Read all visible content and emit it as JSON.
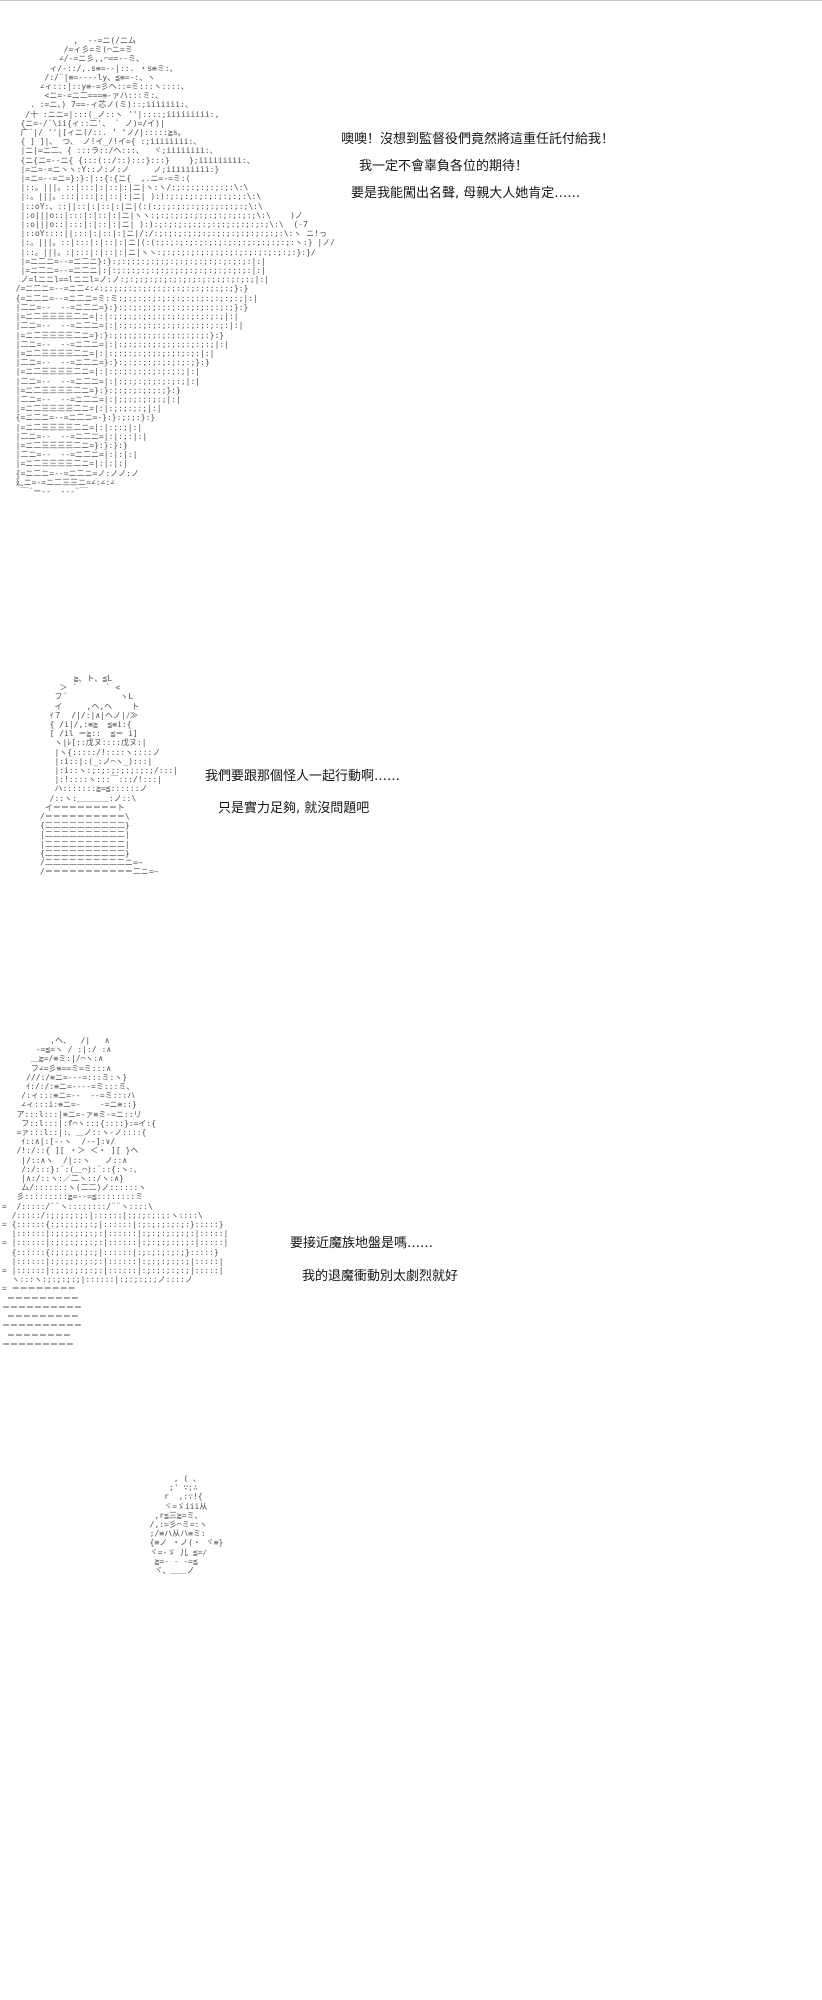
{
  "page": {
    "background": "#ffffff",
    "art_color": "#4f4f4f",
    "text_color": "#141414",
    "top_border_color": "#c9c9c9"
  },
  "panels": [
    {
      "name": "panel-1",
      "dialogue": [
        "噢噢！沒想到監督役們竟然將這重任託付給我！",
        "我一定不會辜負各位的期待！",
        "要是我能闖出名聲, 母親大人她肯定……"
      ],
      "art": [
        "              ,  -‐=ニ(/ニム",
        "            /=ィ彡=ミ(⌒ニ=ミ",
        "           ∠/-=ニ彡,,⌒==‐-ミ、",
        "         ィ/‐::/,.s≡=‐-|::. ・s≡ミ:、",
        "        /:/¨|≡=---‐ly、≦≡=-:、ヽ",
        "       ∠ィ:::|::y≡-=彡ヘ::=ミ:::ヽ::::、",
        "        <ニ=-=ニ二===≡‐ァハ:::ミ:、",
        "     . :=ニ、) 7==‐ィ芯ノ(ミ)::;iiiiiii:、",
        "    /十 :ニニ=|:::(_ノ::ヽ ''|::::;iiiiiiiii:,",
        "   {ニ=‐/¨\\ii{ィ::二'、 ` ノ)=/イ)|",
        "   广¨|/ ''|[ィニ(/::. ’ ‘ノ/|:::::≧s。",
        "   { ] ]|、 つ、 ノ!イ_/!イ={ :;iiiiiiii:、",
        "   |ニ|=ニ二、{ :::ラ::/ヘ:::、  ヾ;iiiiiiii:、",
        "   {ニ{ニ=--ニ{ {:::(::/::):::}:::}    };iiiiiiiii:、",
        "   |=ニ=-=ニヽヽ:Y::ノ:ノ:ノ     ノ;iiiiiiiii:}",
        "   |=ニ=--=ニ=}:}:|::{:{ニ{  ,.ニ=‐=ミ:(",
        "   |::。|||。::|:::|:|::|:|ニ|ヽ:ヽ/:;:;:;:;:;:;:\\:\\",
        "   |:。|||。:::|:::|:|::|:|ニ| ):):;:;:;:;:;:;:;:;:\\:\\",
        "   |::oY:、::||::|:|::|:|ニ|(:(:;:;:;:;:;:;:;:;:;:;\\:\\",
        "   |:o|||o::|:::|:|::|:|ニ|ヽヽ:;:;:;:;:;:;:;:;:;:;:;\\:\\    )ノ",
        "   |:o|||o::|:::|:|::|:|ニ| ):):;:;:;:;:;:;:;:;:;:;:;:;\\:\\  (‐7",
        "   |::oY::::||:::|:|::|:|ニ|/:/:;:;:;:;:;:;:;:;:;:;:;:;:;:\\:ヽ ニ!っ",
        "   |:。|||。::|:::|:|::|:|ニ|(:(:;:;:;:;:;:;:;:;:;:;:;:;:;:;:ヽ:} |ノ/",
        "   |::。|||。:|:::|:|::|:|ニ|ヽヽ:;:;:;:;:;:;:;:;:;:;:;:;:;:;:}:}/",
        "   |=ニ二ニ=--=ニ二ニ}:}:;:;:;:;:;:;:;:;:;:;:;:;:;:;:|:|",
        "   |=ニ二ニ=--=ニ二ニ|:|:;:;:;:;:;:;:;:;:;:;:;:;:;:;:|:|",
        "   ノ=lニニl==lニニl=ノ:ノ:;:;:;:;:;:;:;:;:;:;:;:;:;:;|:|",
        "  /=ニ二ニ=--=ニ二∠:∠:;:;:;:;:;:;:;:;:;:;:;:;:;:;}:}",
        "  {=ニ二ニ=--=ニ二ニ=ミ:ミ:;:;:;:;:;:;:;:;:;:;:;:;:;|:|",
        "  |二ニ=--  --=ニ二ニ=}:}:;:;:;:;:;:;:;:;:;:;:;:;}:}",
        "  |=ニ二三三三三二ニ=|:|:;:;:;:;:;:;:;:;:;:;:;:;|:|",
        "  |二ニ=--  --=ニ二ニ=|:|:;:;:;:;:;:;:;:;:;:;:;:|:|",
        "  |=ニ二三三三三二ニ=}:}:;:;:;:;:;:;:;:;:;:;:}:}",
        "  |二ニ=--  --=ニ二ニ=|:|:;:;:;:;:;:;:;:;:;:;|:|",
        "  |=ニ二三三三三二ニ=|:|:;:;:;:;:;:;:;:;:;:|:|",
        "  |二ニ=--  --=ニ二ニ=}:}:;:;:;:;:;:;:;:;}:}",
        "  |=ニ二三三三三二ニ=|:|:;:;:;:;:;:;:;:;|:|",
        "  |二ニ=--  --=ニ二ニ=|:|:;:;:;:;:;:;:;|:|",
        "  |=ニ二三三三三二ニ=}:}:;:;:;:;:;:;}:}",
        "  |二ニ=--  --=ニ二ニ=|:|:;:;:;:;:;|:|",
        "  |=ニ二三三三三二ニ=|:|:;:;:;:;|:|",
        "  {=ニ二ニ=--=ニ二ニ=-}:}:;:;:}:}",
        "  |=ニ二三三三三二ニ=|:|:;:;|:|",
        "  |二ニ=--  --=ニ二ニ=|:|:;:|:|",
        "  |=ニ二三三三三二ニ=}:}:}:}",
        "  |二ニ=--  --=ニ二ニ=|:|:|:|",
        "  |=ニ二三三三三二ニ=|:|:|:|",
        "  {=ニ二ニ=--=ニ二ニ=ノ:ノノ:ノ",
        "  廴ニ=-=ニ二三三ニ=∠:∠:∠",
        "   ￣¨ー--  --‐¨￣"
      ]
    },
    {
      "name": "panel-2",
      "dialogue": [
        "我們要跟那個怪人一起行動啊……",
        "只是實力足夠, 就沒問題吧"
      ],
      "art": [
        "       ≧、ト、≦L",
        "    ＞ ´      ` <",
        "   フ´           ヽL",
        "   イ     ,ヘ,ヘ    ト",
        "  ｲ７  /|/:|∧|ヘノ|ﾉ≫",
        "  { /i|/,:≡≧  ≦≡i:{",
        "  [ /il ＝≧::  ≦＝ i]",
        "   ヽ|ﾚ[::戊ヌ::::戊ヌ:|",
        "   |ヽ{:::::/!::::ヽ::::ノ",
        "   |:i::|:(_:ノ⌒ヽ_):::|",
        "   |:i::ヽ:;:;:;:;:;:;:;/:::|",
        "   |:!::::ヽ:::￣:::/!:::|",
        "   ハ:::::::≧=≦::::::ノ",
        "  /::ヽ:＿＿＿＿:ノ::\\",
        " イ＝＝＝＝＝＝＝＝ト",
        "/＝＝＝＝＝＝＝＝＝＝\\",
        "{二二二二二二二二二二}",
        "|二二二二二二二二二二|",
        "|二二二二二二二二二二|",
        "{二二二二二二二二二二}",
        "/二二二二二二二二二二ニ=―",
        "/＝＝＝＝＝＝＝＝＝＝＝二ニ=―"
      ]
    },
    {
      "name": "panel-3",
      "dialogue": [
        "要接近魔族地盤是嗎……",
        "我的退魔衝動別太劇烈就好"
      ],
      "art": [
        "          ,ヘ、  /|   ∧",
        "       -=≦=ヽ / :|:/ :∧",
        "      ＿≧=/≡ミ:|/⌒ヽ:∧",
        "      フ∠=彡≡==ミ=ミ:::∧",
        "     ///:/≡ニ=---=:::ミ:ヽ}",
        "     ｲ:/:/:≡ニ=----=ミ:::ミ、",
        "    /:ィ:::≡ニ=--  --=ミ:::ハ",
        "    ∠ィ:::i:≡ニ=-    -=ニ≡::}",
        "   ア:::l:::|≡ニ=-ァ≡ミ-=ニ::リ",
        "    フ::l:::|:f⌒ヽ:::{::::}:=イ:{",
        "   =ァ:::l::|:、＿ノ::ヽ‐ノ::::{",
        "    ｲ::∧|:[‐-ヽ  /-‐]:∨/",
        "   /!:/::{ ][ ・＞ ＜・ ][ }ヘ",
        "    |/::∧ヽ  /|::ヽ   ノ::∧",
        "    /:/:::}:¨:(＿⌒):¨::{:ヽ:、",
        "    |∧:/::ヽ:／二ヽ::/ヽ:∧}",
        "    ム/:::::::ヽ(二二)ノ::::::ヽ",
        "   彡:::::::::≧=‐‐=≦::::::::ミ",
        "=  /:::::/¨¨ヽ::::::::/¨¨ヽ::::\\",
        "  /:::::/:;:;:;:;:|::::::|:;:;:;:;:ヽ::::\\",
        "= {::::::{:;:;:;:;:;|::::::|:;:;:;:;:;:}:::::}",
        "  |::::::|:;:;:;:;:;:|::::::|:;:;:;:;:;:|:::::|",
        "= |::::::|:;:;:;:;:;:|::::::|:;:;:;:;:;:|:::::|",
        "  {::::::{:;:;:;:;:;|::::::|:;:;:;:;:;}:::::}",
        "  |::::::|:;:;:;:;:;:|::::::|:;:;:;:;:;|:::::|",
        "= |::::::|:;:;:;:;:;:|::::::|:;:;:;:;:;|:::::|",
        "  ヽ:::ヽ:;:;:;:;|::::::|:;:;:;:;ノ::::ノ",
        "= ＝＝＝＝＝＝＝＝",
        " ＝＝＝＝＝＝＝＝＝",
        "＝＝＝＝＝＝＝＝＝＝",
        " ＝＝＝＝＝＝＝＝＝",
        "＝＝＝＝＝＝＝＝＝＝",
        " ＝＝＝＝＝＝＝＝",
        "＝＝＝＝＝＝＝＝＝"
      ]
    },
    {
      "name": "panel-4",
      "dialogue": [],
      "art": [
        "       , ( ､",
        "      ;' ∵;∴",
        "     r  ,:∵!{",
        "     ヾ=ゞiii从",
        "   ,r≦三≧=ミ、",
        "  /,:=彡⌒ミ=:ヽ",
        "  ;/≡ハ从ハ≡ミ:",
        "  {≡ノ ・ノ(・ ヾ≡}",
        "  ヾ=‐ゞ 儿 ≦=ﾉ",
        "   ≧=‐ - ‐=≦",
        "   ヾ、＿＿ノ"
      ]
    }
  ]
}
